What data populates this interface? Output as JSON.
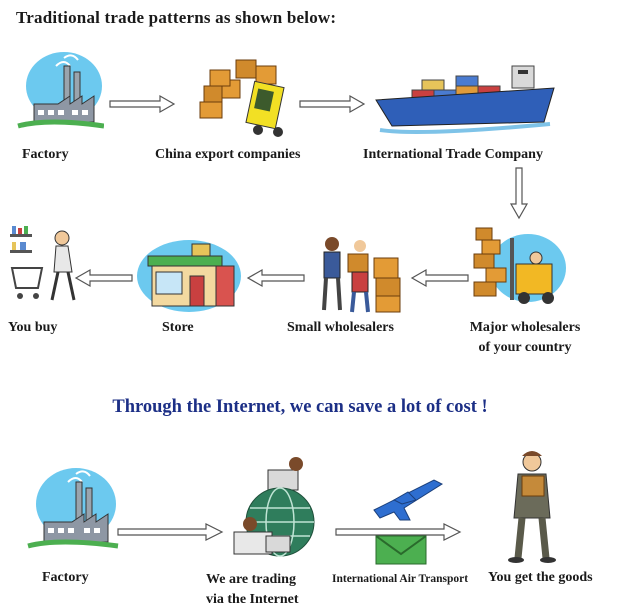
{
  "header": {
    "title": "Traditional trade patterns as shown below:"
  },
  "traditional": {
    "row1": [
      "Factory",
      "China export companies",
      "International Trade Company"
    ],
    "row2": [
      "You buy",
      "Store",
      "Small wholesalers"
    ],
    "major_wholesalers": {
      "line1": "Major wholesalers",
      "line2": "of your country"
    }
  },
  "slogan": "Through the Internet, we can save a lot of cost !",
  "internet": {
    "factory": "Factory",
    "trading": {
      "line1": "We are trading",
      "line2": "via the Internet"
    },
    "air": "International Air Transport",
    "goods": "You get the goods"
  },
  "colors": {
    "slogan": "#1c2f86",
    "arrow_fill": "#ffffff",
    "arrow_stroke": "#555555",
    "sky": "#69c7ee"
  }
}
